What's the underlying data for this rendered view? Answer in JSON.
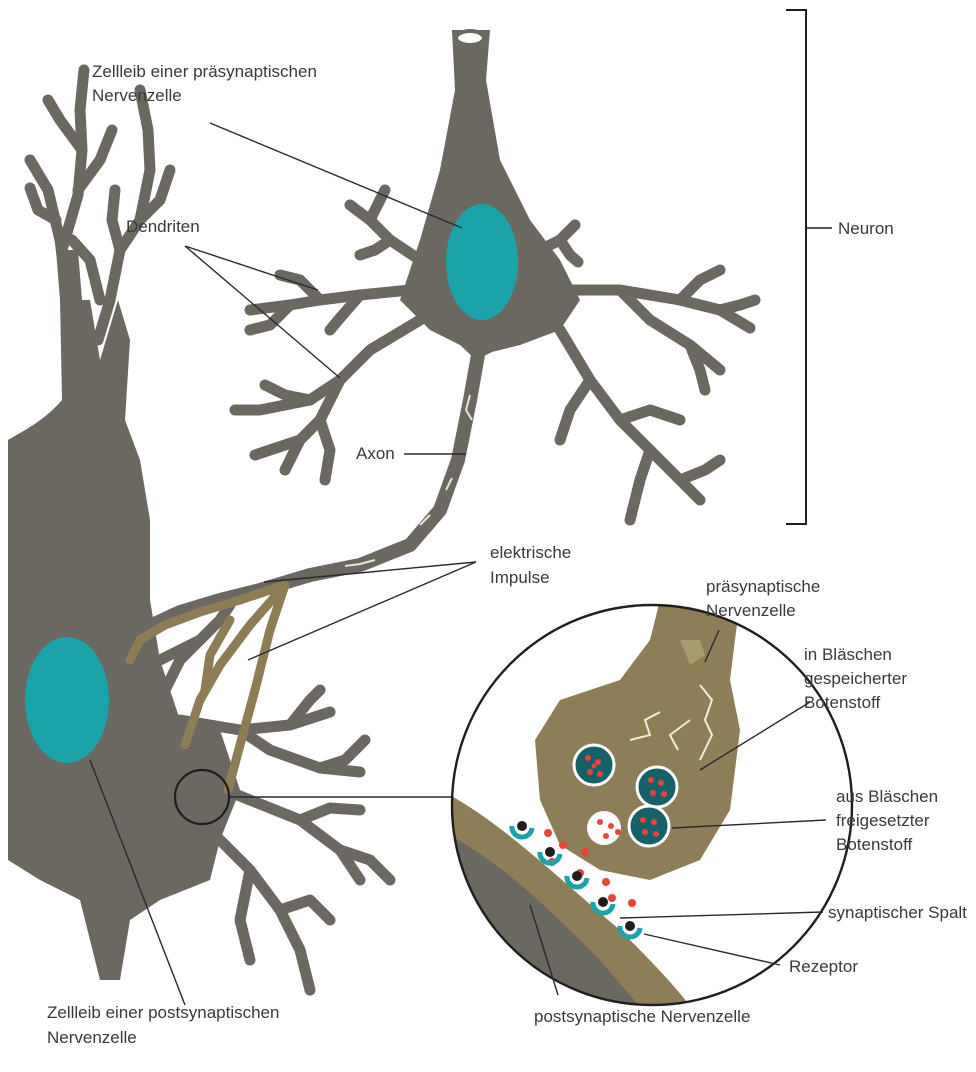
{
  "labels": {
    "presyn_cell_body": [
      "Zellleib einer präsynaptischen",
      "Nervenzelle"
    ],
    "dendrites": "Dendriten",
    "neuron": "Neuron",
    "axon": "Axon",
    "electric_impulses": [
      "elektrische",
      "Impulse"
    ],
    "presyn_neuron": [
      "präsynaptische",
      "Nervenzelle"
    ],
    "stored_transmitter": [
      "in Bläschen",
      "gespeicherter",
      "Botenstoff"
    ],
    "released_transmitter": [
      "aus Bläschen",
      "freigesetzter",
      "Botenstoff"
    ],
    "synaptic_cleft": "synaptischer Spalt",
    "receptor": "Rezeptor",
    "postsyn_neuron": "postsynaptische Nervenzelle",
    "postsyn_cell_body": [
      "Zellleib einer postsynaptischen",
      "Nervenzelle"
    ]
  },
  "colors": {
    "neuron": "#6b6862",
    "nucleus": "#1aa3a8",
    "axon_terminal": "#8c7d55",
    "synapse_fill": "#8e7e57",
    "vesicle": "#15616a",
    "transmitter": "#e8433a",
    "line": "#2a2a2a"
  }
}
